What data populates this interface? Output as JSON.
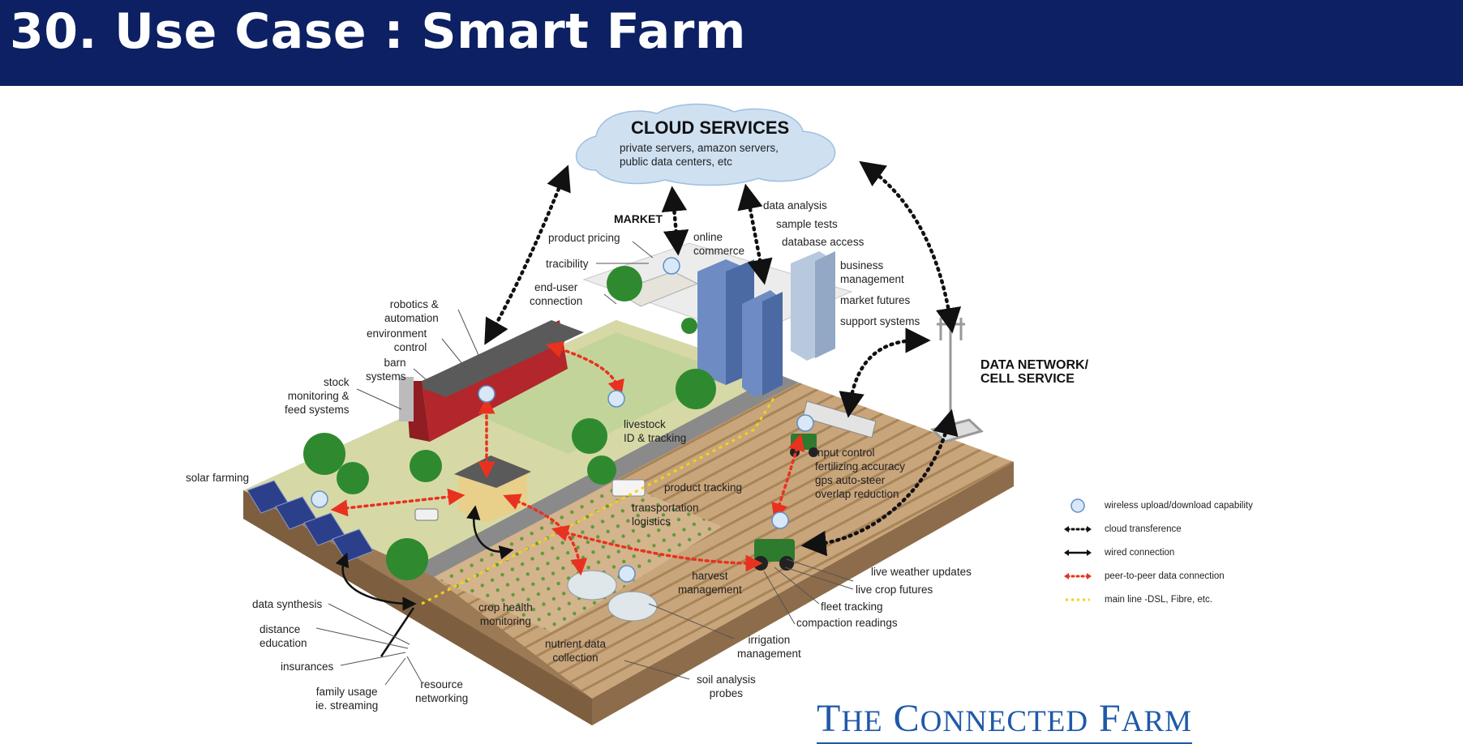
{
  "header": {
    "title": "30. Use Case : Smart Farm"
  },
  "cloud": {
    "title": "CLOUD SERVICES",
    "subtitle": "private servers, amazon servers,\npublic data centers, etc"
  },
  "labels": {
    "market": "MARKET",
    "product_pricing": "product pricing",
    "tracibility": "tracibility",
    "end_user_connection": "end-user\nconnection",
    "online_commerce": "online\ncommerce",
    "data_analysis": "data analysis",
    "sample_tests": "sample tests",
    "database_access": "database access",
    "business_management": "business\nmanagement",
    "market_futures": "market futures",
    "support_systems": "support systems",
    "data_network": "DATA NETWORK/\nCELL SERVICE",
    "robotics_automation": "robotics &\nautomation",
    "environment_control": "environment\ncontrol",
    "barn_systems": "barn\nsystems",
    "stock_monitoring": "stock\nmonitoring &\nfeed systems",
    "solar_farming": "solar farming",
    "livestock_tracking": "livestock\nID & tracking",
    "product_tracking": "product tracking",
    "transportation_logistics": "transportation\nlogistics",
    "input_control": "input control\nfertilizing accuracy\ngps auto-steer\noverlap reduction",
    "harvest_management": "harvest\nmanagement",
    "live_weather_updates": "live weather updates",
    "live_crop_futures": "live crop futures",
    "fleet_tracking": "fleet tracking",
    "compaction_readings": "compaction readings",
    "irrigation_management": "irrigation\nmanagement",
    "soil_analysis_probes": "soil analysis\nprobes",
    "crop_health_monitoring": "crop health\nmonitoring",
    "nutrient_data_collection": "nutrient data\ncollection",
    "data_synthesis": "data synthesis",
    "distance_education": "distance\neducation",
    "insurances": "insurances",
    "family_usage": "family usage\nie. streaming",
    "resource_networking": "resource\nnetworking"
  },
  "legend": [
    {
      "symbol": "wireless-icon",
      "label": "wireless upload/download capability"
    },
    {
      "symbol": "dotted-double-arrow",
      "label": "cloud transference"
    },
    {
      "symbol": "solid-double-arrow",
      "label": "wired connection"
    },
    {
      "symbol": "red-dotted-double-arrow",
      "label": "peer-to-peer data connection"
    },
    {
      "symbol": "yellow-dotted-line",
      "label": "main line -DSL, Fibre, etc."
    }
  ],
  "brand": {
    "first": "T",
    "first_rest": "HE",
    "second": "C",
    "second_rest": "ONNECTED",
    "third": "F",
    "third_rest": "ARM"
  },
  "colors": {
    "header_bg": "#0c2063",
    "brand": "#1f59a8",
    "peer_to_peer": "#e8321f",
    "main_line": "#f2d21b",
    "cloud_fill": "#cfe0f1"
  }
}
